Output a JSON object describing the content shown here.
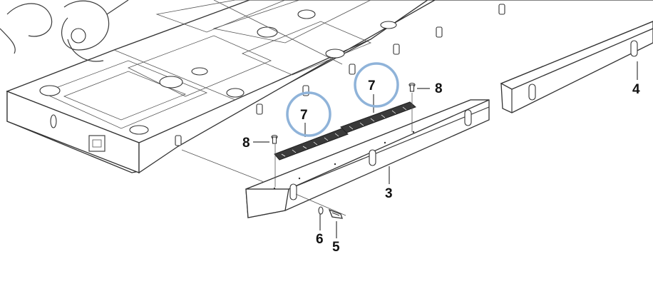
{
  "diagram": {
    "callouts": {
      "c3": "3",
      "c4": "4",
      "c5": "5",
      "c6": "6",
      "c7a": "7",
      "c7b": "7",
      "c8a": "8",
      "c8b": "8"
    },
    "highlight_color": "#8fb3d9",
    "line_color": "#333333"
  }
}
